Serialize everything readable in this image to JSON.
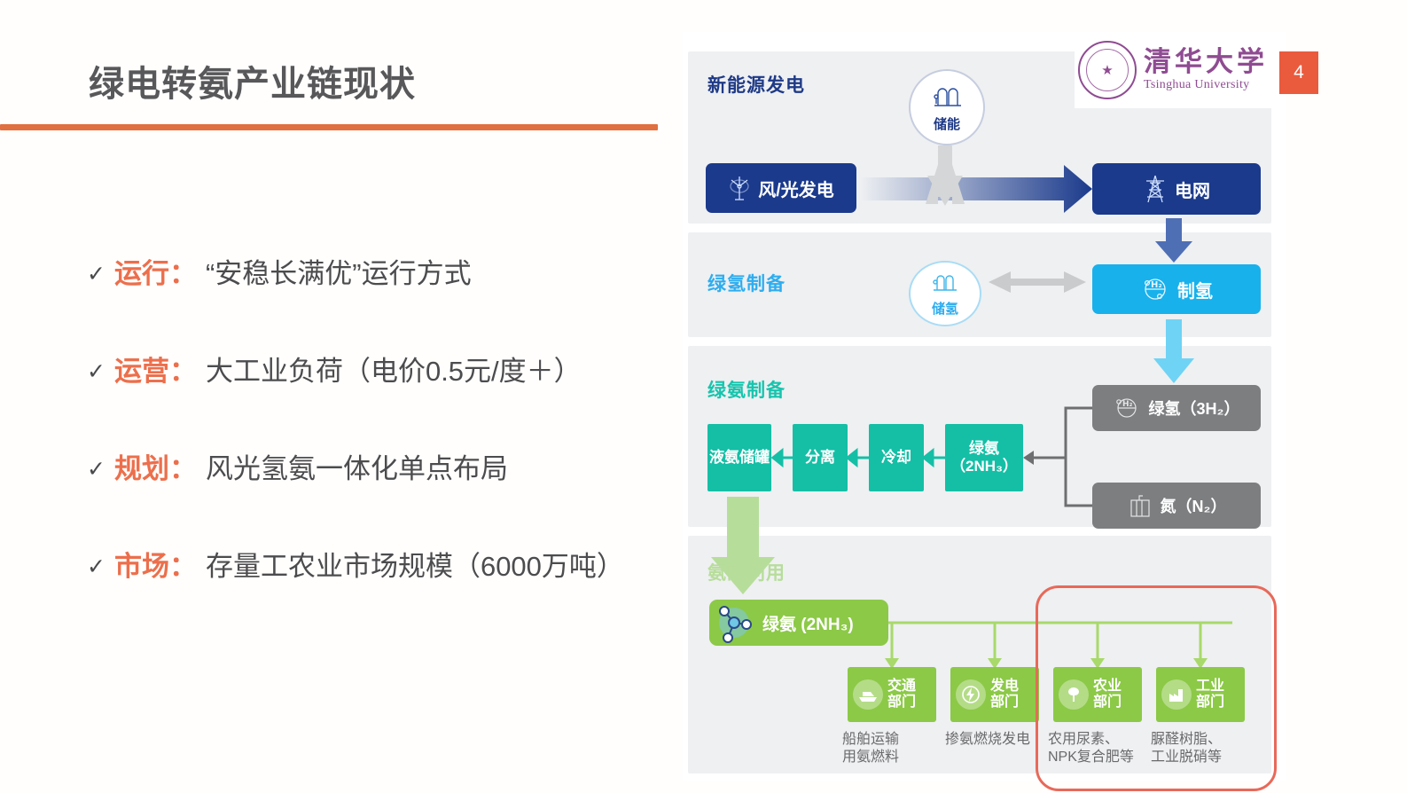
{
  "slide": {
    "title": "绿电转氨产业链现状",
    "page_number": "4",
    "accent_rule_color": "#e0703f",
    "title_color": "#58585a"
  },
  "logo": {
    "cn_name": "清华大学",
    "en_name": "Tsinghua University",
    "color": "#8f4c92"
  },
  "bullets": [
    {
      "tick": "✓",
      "label": "运行：",
      "content": "“安稳长满优”运行方式"
    },
    {
      "tick": "✓",
      "label": "运营：",
      "content": "大工业负荷（电价0.5元/度＋）"
    },
    {
      "tick": "✓",
      "label": "规划：",
      "content": "风光氢氨一体化单点布局"
    },
    {
      "tick": "✓",
      "label": "市场：",
      "content": "存量工农业市场规模（6000万吨）"
    }
  ],
  "bullet_styles": {
    "label_color": "#ec6f4c",
    "content_color": "#4c4c4e"
  },
  "diagram": {
    "sections": [
      {
        "id": "s1",
        "title": "新能源发电",
        "color": "#1f3a86"
      },
      {
        "id": "s2",
        "title": "绿氢制备",
        "color": "#2eadef"
      },
      {
        "id": "s3",
        "title": "绿氨制备",
        "color": "#17c4ad"
      },
      {
        "id": "s4",
        "title": "氨的利用",
        "color": "#b7dd9a"
      }
    ],
    "s1": {
      "source_box": {
        "label": "风/光发电",
        "icon": "wind-turbine-icon",
        "color": "#1b3a8c"
      },
      "storage_circle": {
        "label": "储能",
        "icon": "storage-tank-icon",
        "color": "#1f3a86"
      },
      "grid_box": {
        "label": "电网",
        "icon": "transmission-tower-icon",
        "color": "#1b3a8c"
      }
    },
    "s2": {
      "storage_circle": {
        "label": "储氢",
        "icon": "hydrogen-tank-icon",
        "color": "#2eadef"
      },
      "produce_box": {
        "label": "制氢",
        "icon": "h2-electrolysis-icon",
        "color": "#18b1ec"
      }
    },
    "s3": {
      "chain": [
        {
          "label": "液氨储罐",
          "color": "#14bfa6"
        },
        {
          "label": "分离",
          "color": "#14bfa6"
        },
        {
          "label": "冷却",
          "color": "#14bfa6"
        },
        {
          "label": "绿氨（2NH₃）",
          "color": "#14bfa6"
        }
      ],
      "feeds": [
        {
          "label": "绿氢（3H₂）",
          "icon": "hydrogen-molecule-icon",
          "color": "#7c7e80"
        },
        {
          "label": "氮（N₂）",
          "icon": "air-separation-icon",
          "color": "#7c7e80"
        }
      ]
    },
    "s4": {
      "product_box": {
        "label": "绿氨 (2NH₃)",
        "icon": "ammonia-molecule-icon",
        "color": "#8cc947"
      },
      "sectors": [
        {
          "label_line1": "交通",
          "label_line2": "部门",
          "icon": "ship-icon",
          "caption": "船舶运输\n用氨燃料",
          "highlighted": false
        },
        {
          "label_line1": "发电",
          "label_line2": "部门",
          "icon": "lightning-icon",
          "caption": "掺氨燃烧发电",
          "highlighted": false
        },
        {
          "label_line1": "农业",
          "label_line2": "部门",
          "icon": "tree-icon",
          "caption": "农用尿素、\nNPK复合肥等",
          "highlighted": true
        },
        {
          "label_line1": "工业",
          "label_line2": "部门",
          "icon": "factory-icon",
          "caption": "脲醛树脂、\n工业脱硝等",
          "highlighted": true
        }
      ],
      "highlight_color": "#e8695a"
    }
  }
}
